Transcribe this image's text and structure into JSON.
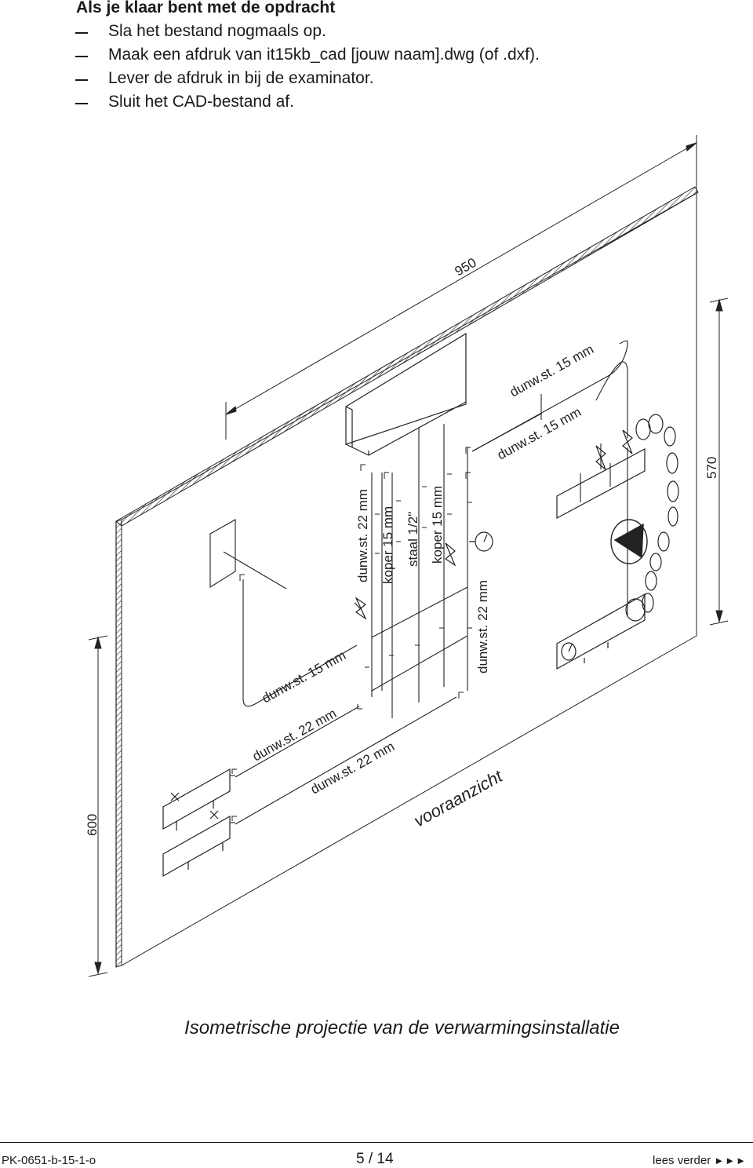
{
  "instructions": {
    "heading": "Als je klaar bent met de opdracht",
    "items": [
      "Sla het bestand nogmaals op.",
      "Maak een afdruk van it15kb_cad [jouw naam].dwg (of .dxf).",
      "Lever de afdruk in bij de examinator.",
      "Sluit het CAD-bestand af."
    ]
  },
  "drawing": {
    "dim_width": "950",
    "dim_height_right": "570",
    "dim_height_left": "600",
    "labels": {
      "top_pipe_1": "dunw.st. 15 mm",
      "top_pipe_2": "dunw.st. 15 mm",
      "riser_left": "dunw.st. 22 mm",
      "riser_koper_1": "koper 15 mm",
      "riser_staal": "staal 1/2\"",
      "riser_koper_2": "koper 15 mm",
      "riser_right": "dunw.st. 22 mm",
      "left_pipe_15": "dunw.st. 15 mm",
      "left_pipe_22a": "dunw.st. 22 mm",
      "left_pipe_22b": "dunw.st. 22 mm",
      "view": "vooraanzicht"
    }
  },
  "caption": "Isometrische projectie van de verwarmingsinstallatie",
  "footer": {
    "code": "PK-0651-b-15-1-o",
    "page": "5 / 14",
    "continue": "lees verder",
    "arrows": "►►►"
  }
}
